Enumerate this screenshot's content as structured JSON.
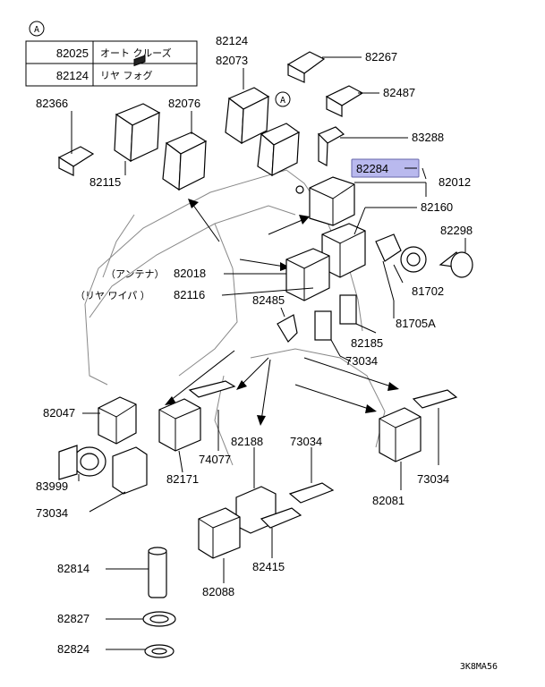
{
  "legend": {
    "marker": "A",
    "rows": [
      {
        "part": "82025",
        "desc": "オート クルーズ"
      },
      {
        "part": "82124",
        "desc": "リヤ フォグ"
      }
    ]
  },
  "callout_marker": "A",
  "highlight_color": "#b9b9ee",
  "labels": {
    "l82124": "82124",
    "l82073": "82073",
    "l82267": "82267",
    "l82487": "82487",
    "l82366": "82366",
    "l82076": "82076",
    "l83288": "83288",
    "l82284": "82284",
    "l82012": "82012",
    "l82115": "82115",
    "l82160": "82160",
    "l82298": "82298",
    "l82018": "82018",
    "l82018_note": "（アンテナ）",
    "l82116": "82116",
    "l82116_note": "（リヤ ワイパ ）",
    "l81702": "81702",
    "l82485": "82485",
    "l81705a": "81705A",
    "l82185": "82185",
    "l73034a": "73034",
    "l82047": "82047",
    "l74077": "74077",
    "l82188": "82188",
    "l73034b": "73034",
    "l83999": "83999",
    "l82171": "82171",
    "l73034c": "73034",
    "l82081": "82081",
    "l73034d": "73034",
    "l82415": "82415",
    "l82814": "82814",
    "l82088": "82088",
    "l82827": "82827",
    "l82824": "82824"
  },
  "figure_code": "3K8MA56"
}
